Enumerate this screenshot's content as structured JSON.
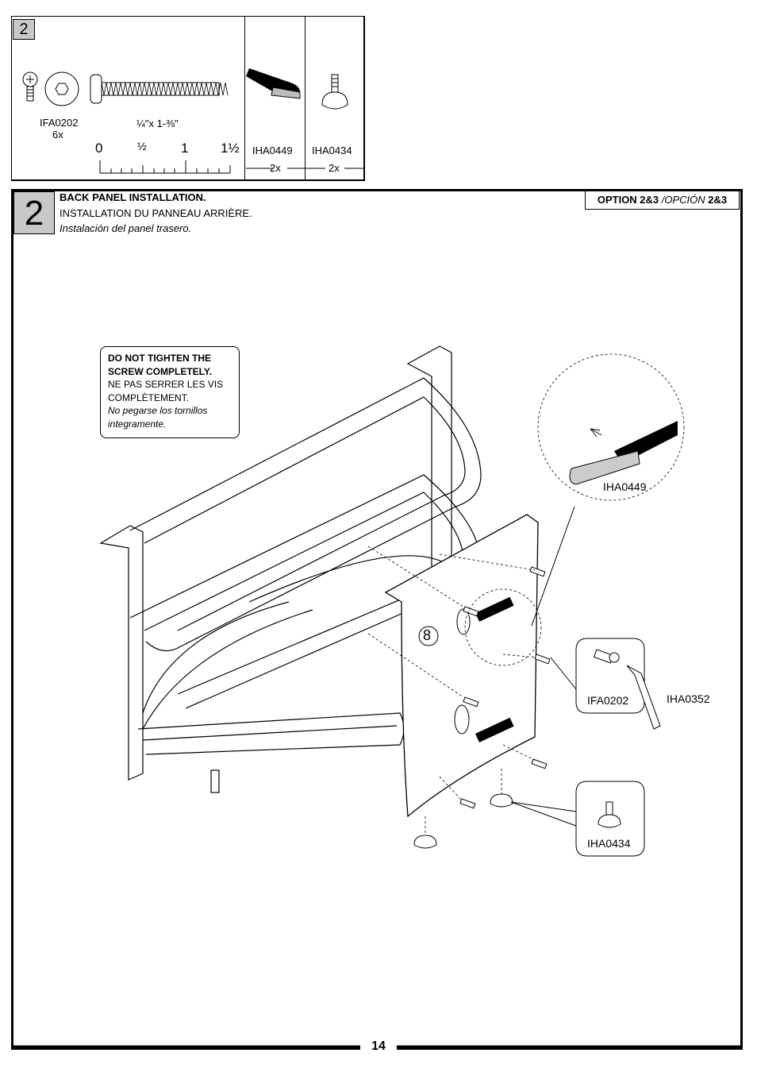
{
  "hardware": {
    "box_number": "2",
    "screw_code": "IFA0202",
    "screw_qty": "6x",
    "screw_size": "¼\"x 1-⅜\"",
    "ruler_labels": [
      "0",
      "½",
      "1",
      "1½"
    ],
    "velcro_code": "IHA0449",
    "velcro_qty": "2x",
    "glide_code": "IHA0434",
    "glide_qty": "2x"
  },
  "step": {
    "number": "2",
    "title_en": "BACK PANEL INSTALLATION.",
    "title_fr": "INSTALLATION DU PANNEAU ARRIÈRE.",
    "title_es": "Instalación del panel trasero.",
    "option_bold": "OPTION 2&3",
    "option_italic": " /OPCIÓN ",
    "option_bold2": "2&3"
  },
  "warning": {
    "en_line1": "DO NOT TIGHTEN THE",
    "en_line2": "SCREW COMPLETELY.",
    "fr_line1": "NE PAS SERRER LES VIS",
    "fr_line2": "COMPLÈTEMENT.",
    "es_line1": "No pegarse los tornillos",
    "es_line2": "integramente."
  },
  "callouts": {
    "panel_number": "8",
    "velcro": "IHA0449",
    "screw": "IFA0202",
    "allen_key": "IHA0352",
    "glide": "IHA0434"
  },
  "page_number": "14"
}
